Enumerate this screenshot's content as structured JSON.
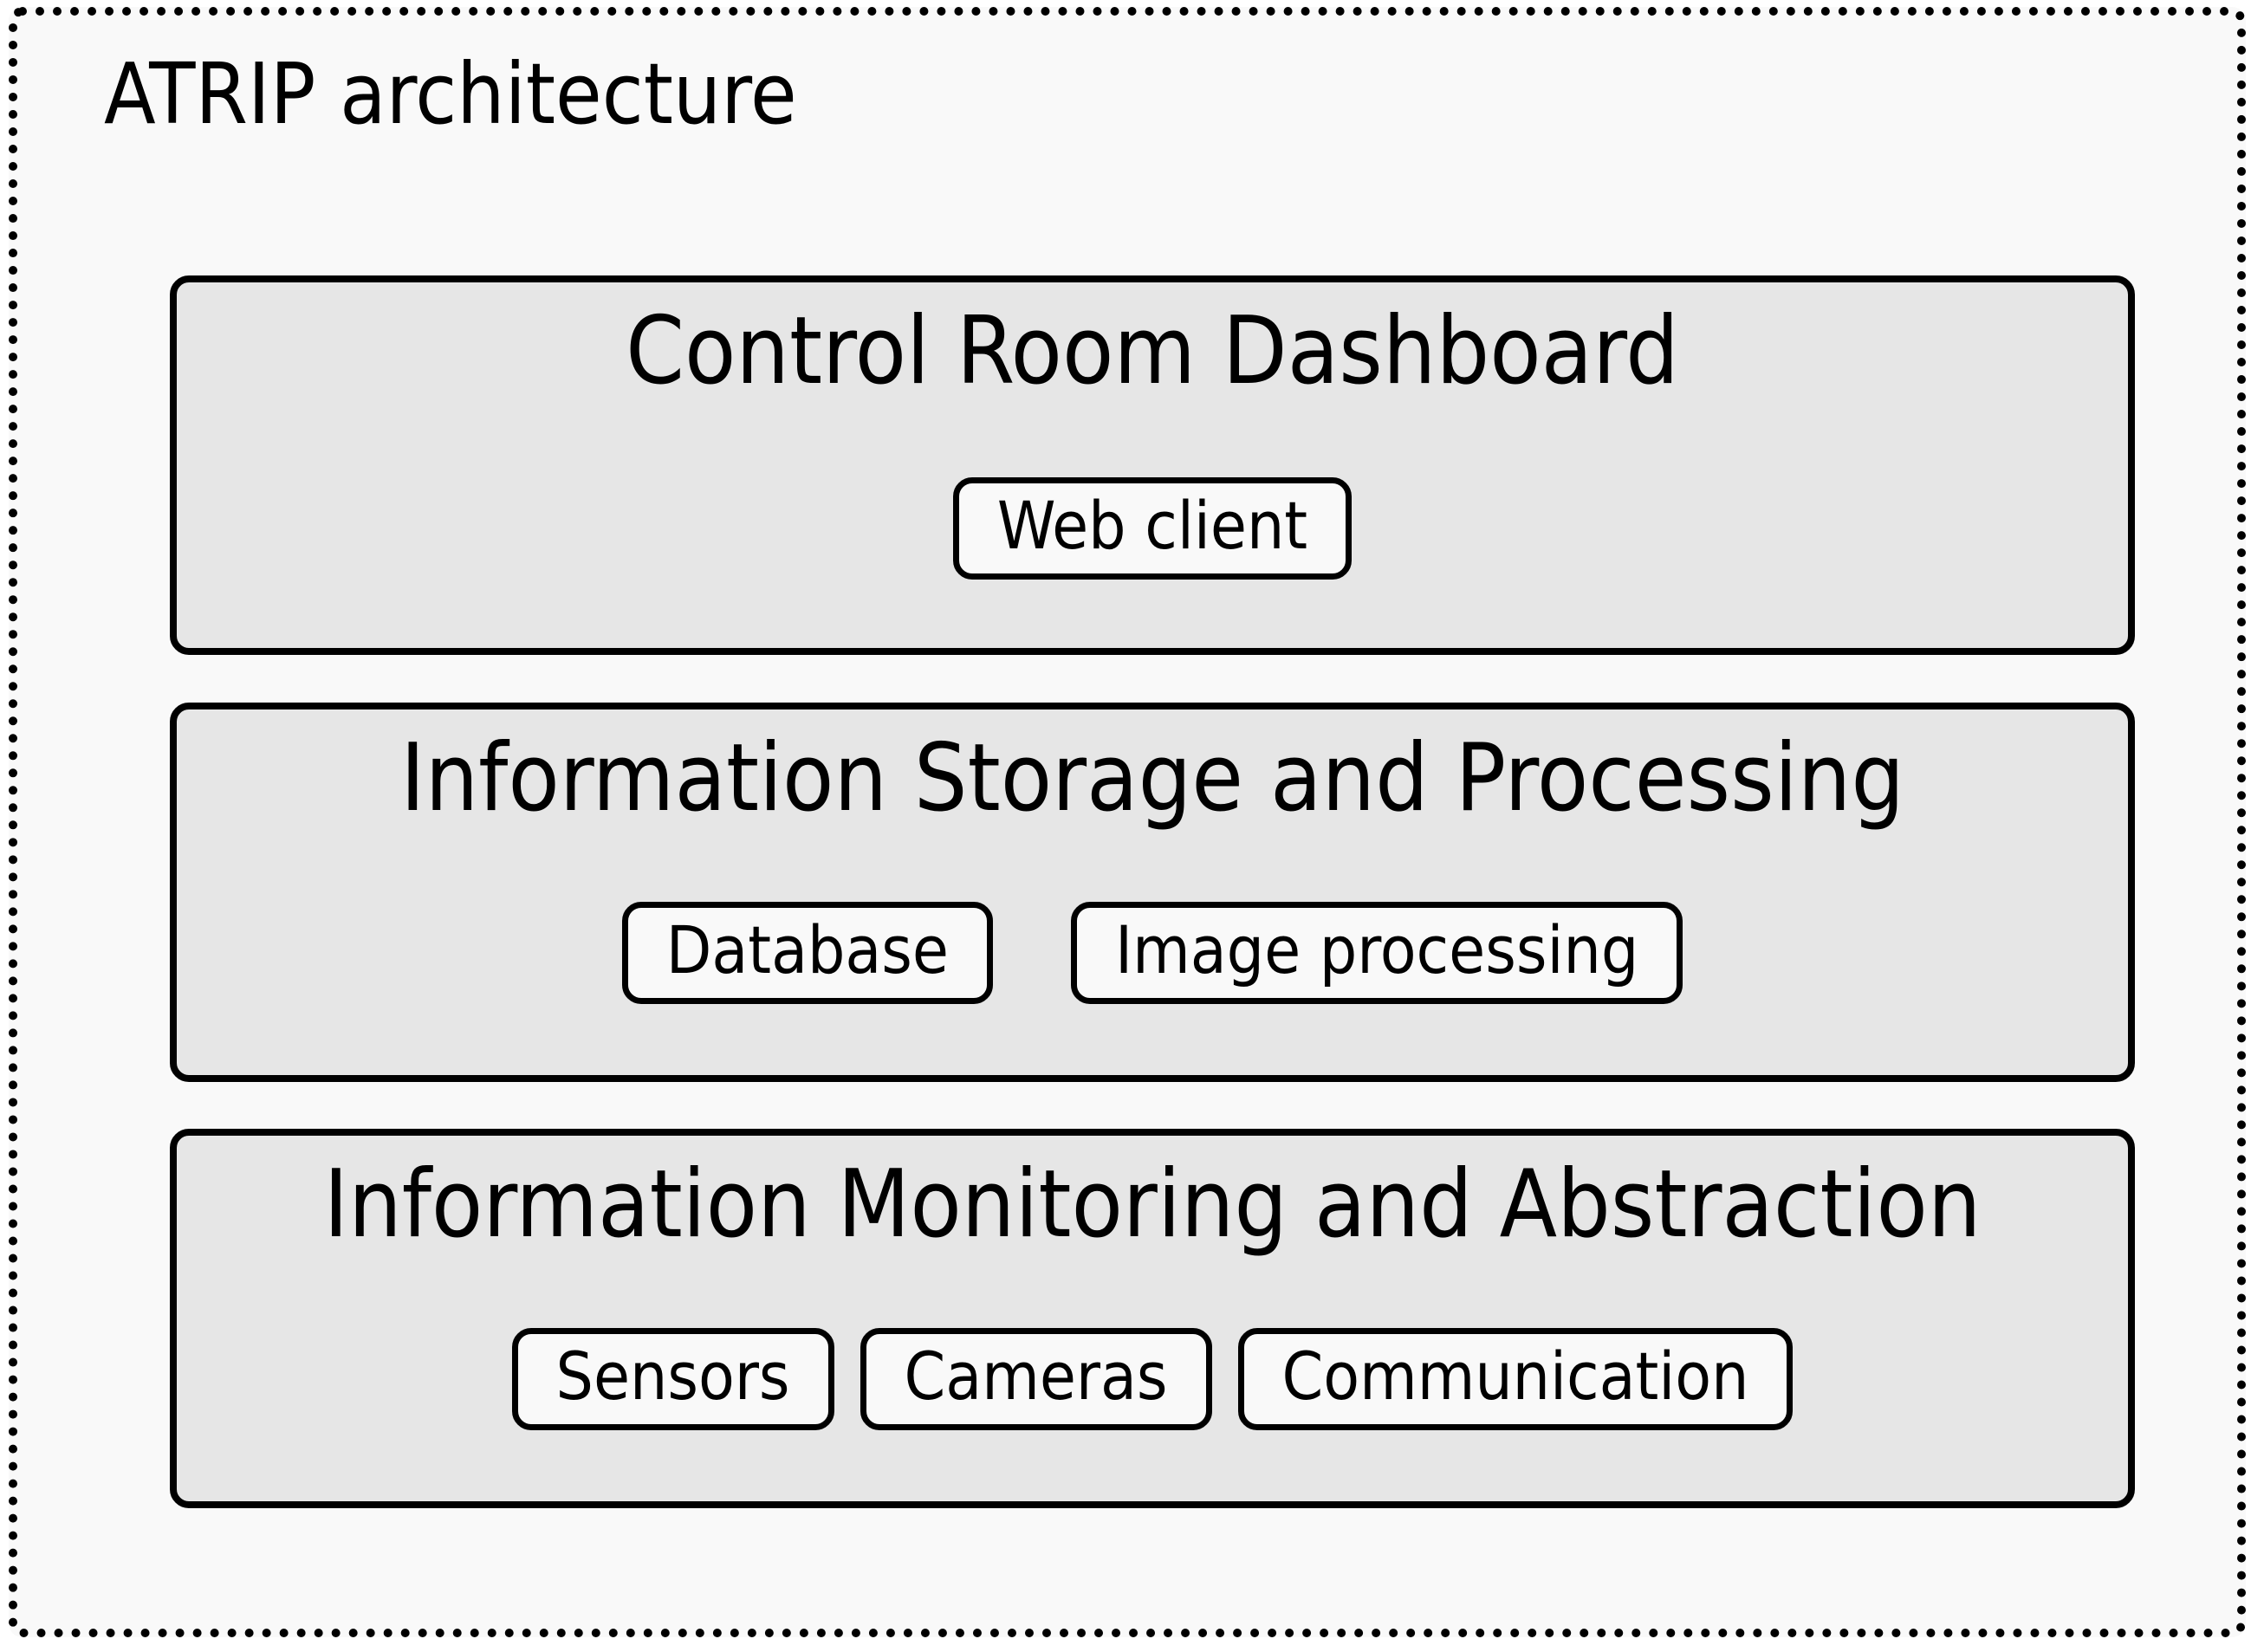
{
  "diagram": {
    "title": "ATRIP architecture",
    "background_color": "#f9f9f9",
    "layer_fill_color": "#e6e6e6",
    "pill_fill_color": "#f9f9f9",
    "stroke_color": "#000000",
    "layers": [
      {
        "title": "Control Room Dashboard",
        "components": [
          {
            "label": "Web client"
          }
        ]
      },
      {
        "title": "Information Storage and Processing",
        "components": [
          {
            "label": "Database"
          },
          {
            "label": "Image processing"
          }
        ]
      },
      {
        "title": "Information Monitoring and Abstraction",
        "components": [
          {
            "label": "Sensors"
          },
          {
            "label": "Cameras"
          },
          {
            "label": "Communication"
          }
        ]
      }
    ]
  }
}
